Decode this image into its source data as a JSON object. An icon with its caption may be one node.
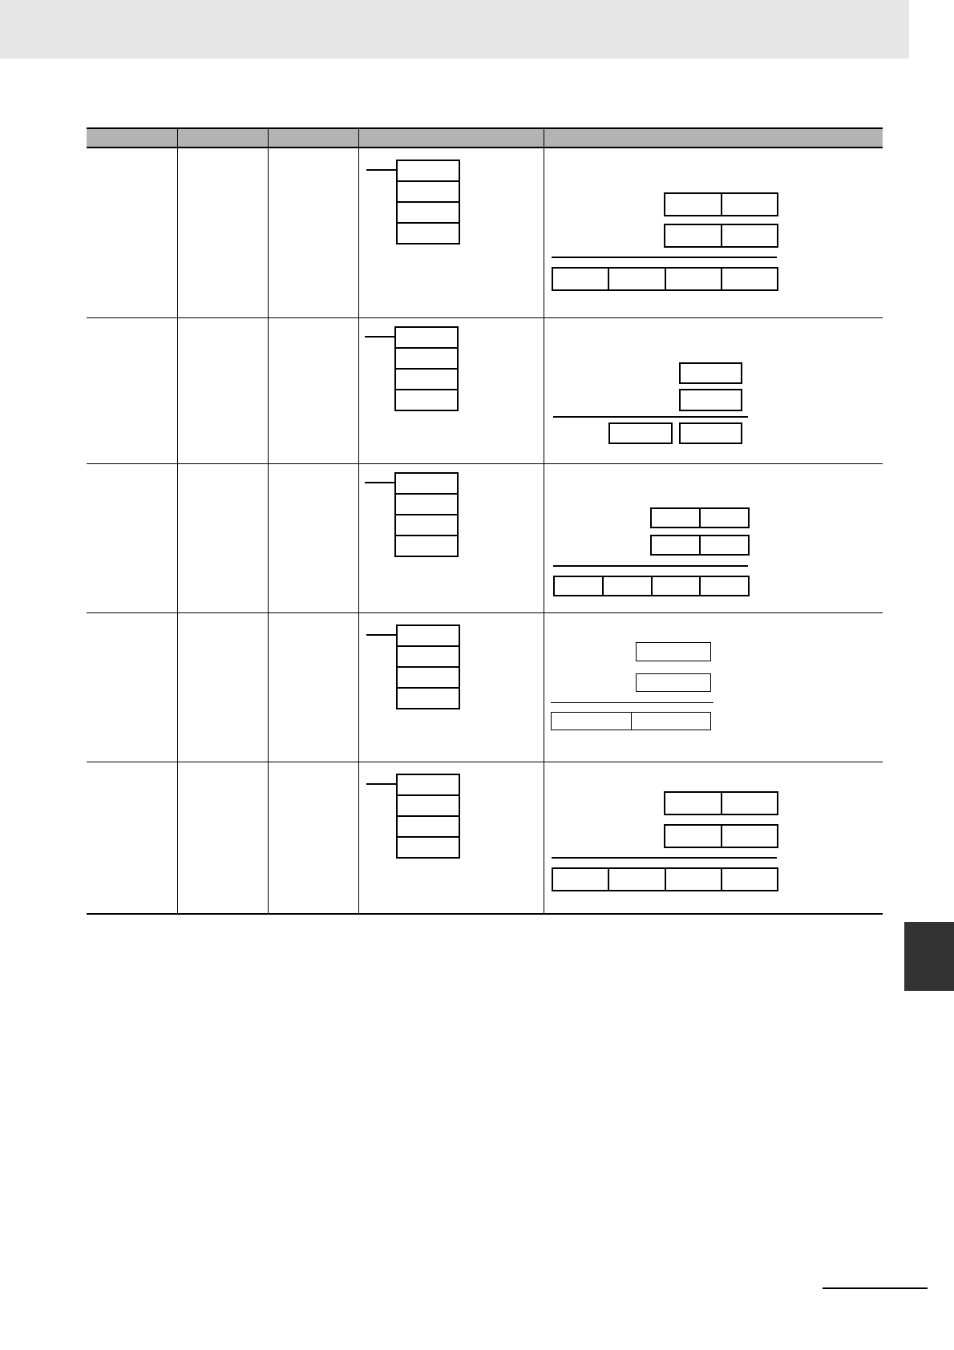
{
  "diagram": {
    "nodes": [
      {
        "text": [],
        "shape": "box"
      },
      {
        "text": [],
        "shape": "box"
      },
      {
        "text": [],
        "shape": "box"
      },
      {
        "text": [],
        "shape": "box"
      },
      {
        "text": [],
        "shape": "box"
      },
      {
        "text": [],
        "shape": "box"
      },
      {
        "text": [],
        "shape": "box"
      },
      {
        "text": [],
        "shape": "box"
      },
      {
        "text": [],
        "shape": "box"
      },
      {
        "text": [],
        "shape": "box"
      },
      {
        "text": [],
        "shape": "box"
      },
      {
        "text": [],
        "shape": "box"
      },
      {
        "text": [],
        "shape": "box"
      },
      {
        "text": [],
        "shape": "box"
      },
      {
        "text": [],
        "shape": "box"
      },
      {
        "text": [],
        "shape": "box"
      },
      {
        "text": [],
        "shape": "box"
      },
      {
        "text": [],
        "shape": "box"
      },
      {
        "text": [],
        "shape": "box"
      },
      {
        "text": [],
        "shape": "box"
      },
      {
        "text": [],
        "shape": "box"
      },
      {
        "text": [],
        "shape": "box"
      },
      {
        "text": [],
        "shape": "box"
      },
      {
        "text": [],
        "shape": "box"
      },
      {
        "text": [],
        "shape": "box"
      },
      {
        "text": [],
        "shape": "box"
      },
      {
        "text": [],
        "shape": "box"
      },
      {
        "text": [],
        "shape": "box"
      },
      {
        "text": [],
        "shape": "box"
      },
      {
        "text": [],
        "shape": "box"
      },
      {
        "text": [],
        "shape": "box"
      },
      {
        "text": [],
        "shape": "box"
      },
      {
        "text": [],
        "shape": "box"
      },
      {
        "text": [],
        "shape": "box"
      },
      {
        "text": [],
        "shape": "box"
      },
      {
        "text": [],
        "shape": "box"
      },
      {
        "text": [],
        "shape": "box"
      },
      {
        "text": [],
        "shape": "box"
      },
      {
        "text": [],
        "shape": "box"
      },
      {
        "text": [],
        "shape": "box"
      },
      {
        "text": [],
        "shape": "box"
      },
      {
        "text": [],
        "shape": "box"
      },
      {
        "text": [],
        "shape": "box"
      },
      {
        "text": [],
        "shape": "box"
      },
      {
        "text": [],
        "shape": "box"
      },
      {
        "text": [],
        "shape": "box"
      },
      {
        "text": [],
        "shape": "box"
      },
      {
        "text": [],
        "shape": "box"
      },
      {
        "text": [],
        "shape": "box"
      },
      {
        "text": [],
        "shape": "box"
      },
      {
        "text": [],
        "shape": "box"
      },
      {
        "text": [],
        "shape": "box"
      },
      {
        "text": [],
        "shape": "bar"
      }
    ]
  }
}
